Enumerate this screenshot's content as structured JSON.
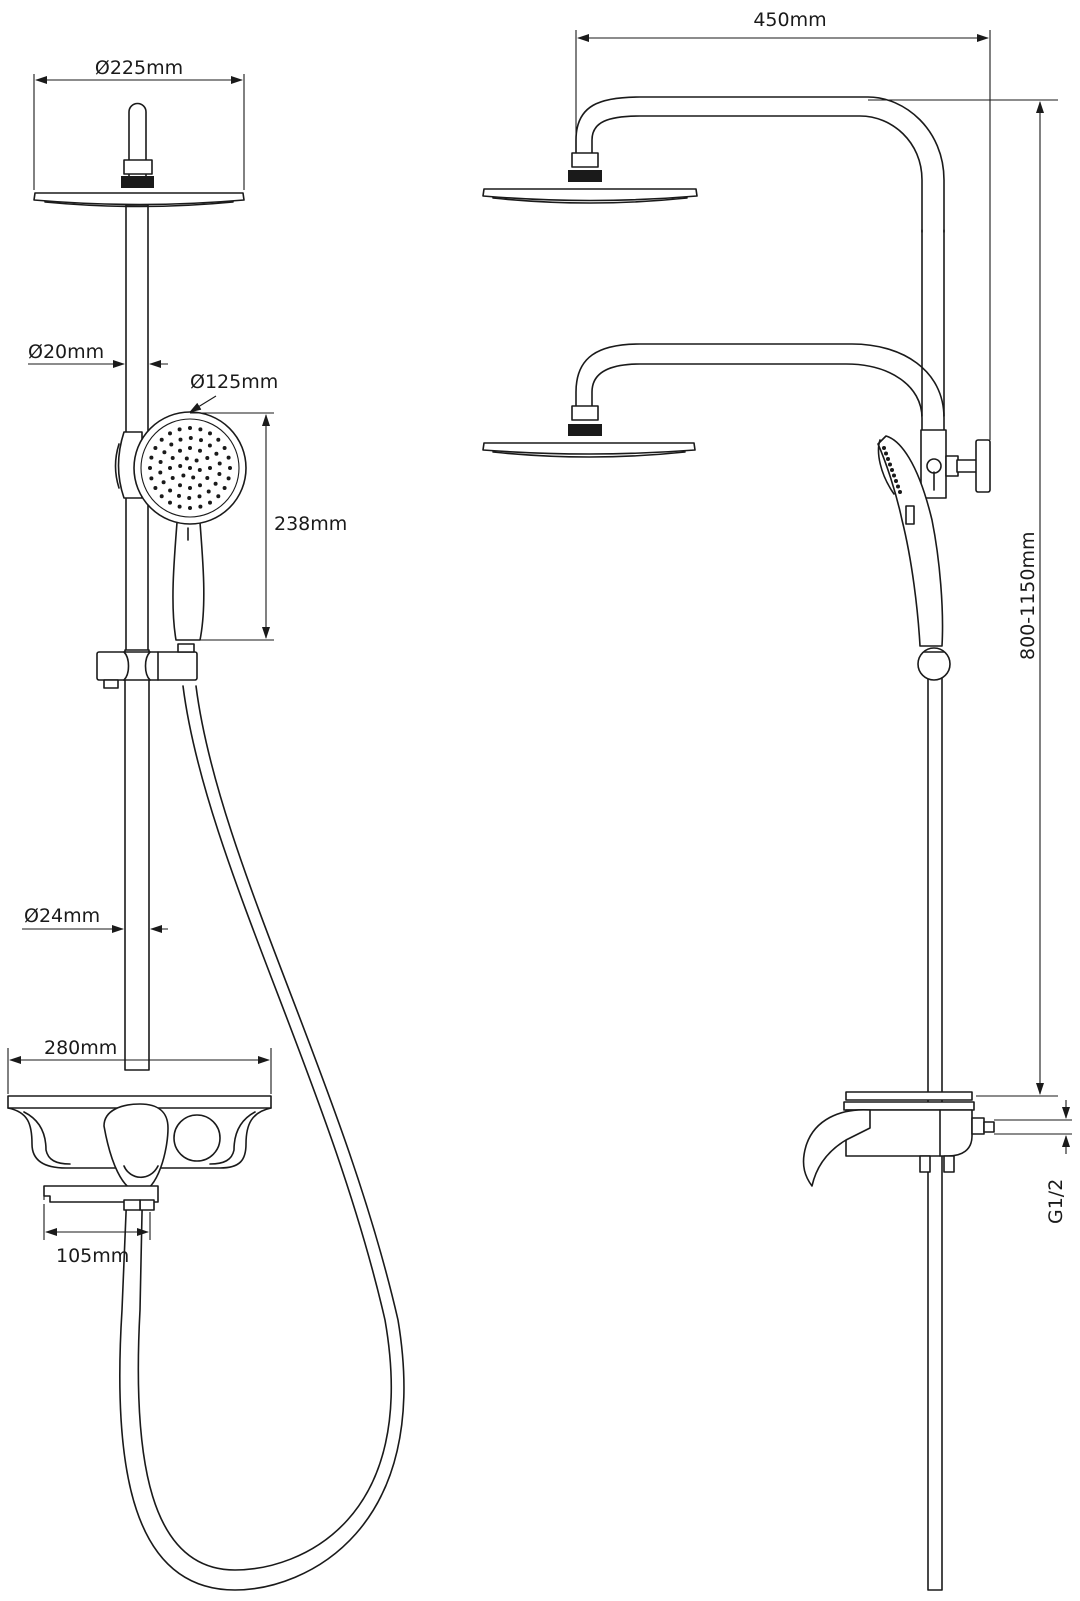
{
  "dimensions": {
    "overhead_diameter": "Ø225mm",
    "slide_bar_diameter_upper": "Ø20mm",
    "hand_shower_diameter": "Ø125mm",
    "hand_shower_length": "238mm",
    "riser_diameter_lower": "Ø24mm",
    "shelf_width": "280mm",
    "spout_length": "105mm",
    "arm_reach": "450mm",
    "height_range": "800-1150mm",
    "inlet_thread": "G1/2"
  }
}
